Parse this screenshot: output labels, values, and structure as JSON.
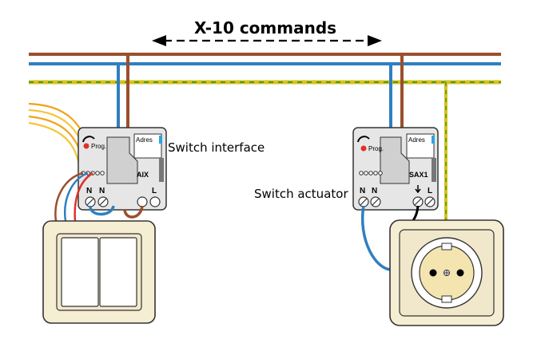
{
  "title": "X-10 commands",
  "labels": {
    "switch_interface": "Switch interface",
    "switch_actuator": "Switch actuator"
  },
  "modules": {
    "interface": {
      "prog": "Prog.",
      "adres": "Adres",
      "model": "AIX",
      "terminals": [
        "N",
        "N",
        "L"
      ]
    },
    "actuator": {
      "prog": "Prog.",
      "adres": "Adres",
      "model": "SAX1",
      "terminals": [
        "N",
        "N",
        "L"
      ]
    }
  },
  "colors": {
    "brown_wire": "#9b4f2c",
    "blue_wire": "#2f7fc1",
    "earth_yellow": "#d8c21a",
    "earth_green": "#3f9a3a",
    "orange_wire": "#f0a21a",
    "module_body": "#e6e6e6",
    "plate": "#f6eed3",
    "led_red": "#e0302a",
    "label_blue": "#2fa3dc"
  }
}
